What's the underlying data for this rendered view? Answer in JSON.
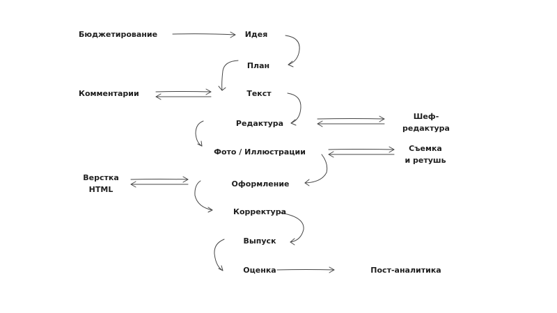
{
  "diagram": {
    "nodes": {
      "budgeting": "Бюджетирование",
      "idea": "Идея",
      "plan": "План",
      "comments": "Комментарии",
      "text": "Текст",
      "editing": "Редактура",
      "chief_editing_1": "Шеф-",
      "chief_editing_2": "редактура",
      "photo": "Фото / Иллюстрации",
      "shooting_1": "Съемка",
      "shooting_2": "и ретушь",
      "layout_1": "Верстка",
      "layout_2": "HTML",
      "design": "Оформление",
      "proofreading": "Корректура",
      "release": "Выпуск",
      "evaluation": "Оценка",
      "post_analytics": "Пост-аналитика"
    },
    "edges": [
      {
        "from": "budgeting",
        "to": "idea",
        "type": "one-way"
      },
      {
        "from": "idea",
        "to": "plan",
        "type": "curve"
      },
      {
        "from": "plan",
        "to": "text",
        "type": "curve"
      },
      {
        "from": "comments",
        "to": "text",
        "type": "two-way"
      },
      {
        "from": "text",
        "to": "editing",
        "type": "curve"
      },
      {
        "from": "editing",
        "to": "chief_editing",
        "type": "two-way"
      },
      {
        "from": "editing",
        "to": "photo",
        "type": "curve"
      },
      {
        "from": "photo",
        "to": "shooting",
        "type": "two-way"
      },
      {
        "from": "photo",
        "to": "design",
        "type": "curve"
      },
      {
        "from": "layout",
        "to": "design",
        "type": "two-way"
      },
      {
        "from": "design",
        "to": "proofreading",
        "type": "curve"
      },
      {
        "from": "proofreading",
        "to": "release",
        "type": "curve"
      },
      {
        "from": "release",
        "to": "evaluation",
        "type": "curve"
      },
      {
        "from": "evaluation",
        "to": "post_analytics",
        "type": "one-way"
      }
    ]
  }
}
